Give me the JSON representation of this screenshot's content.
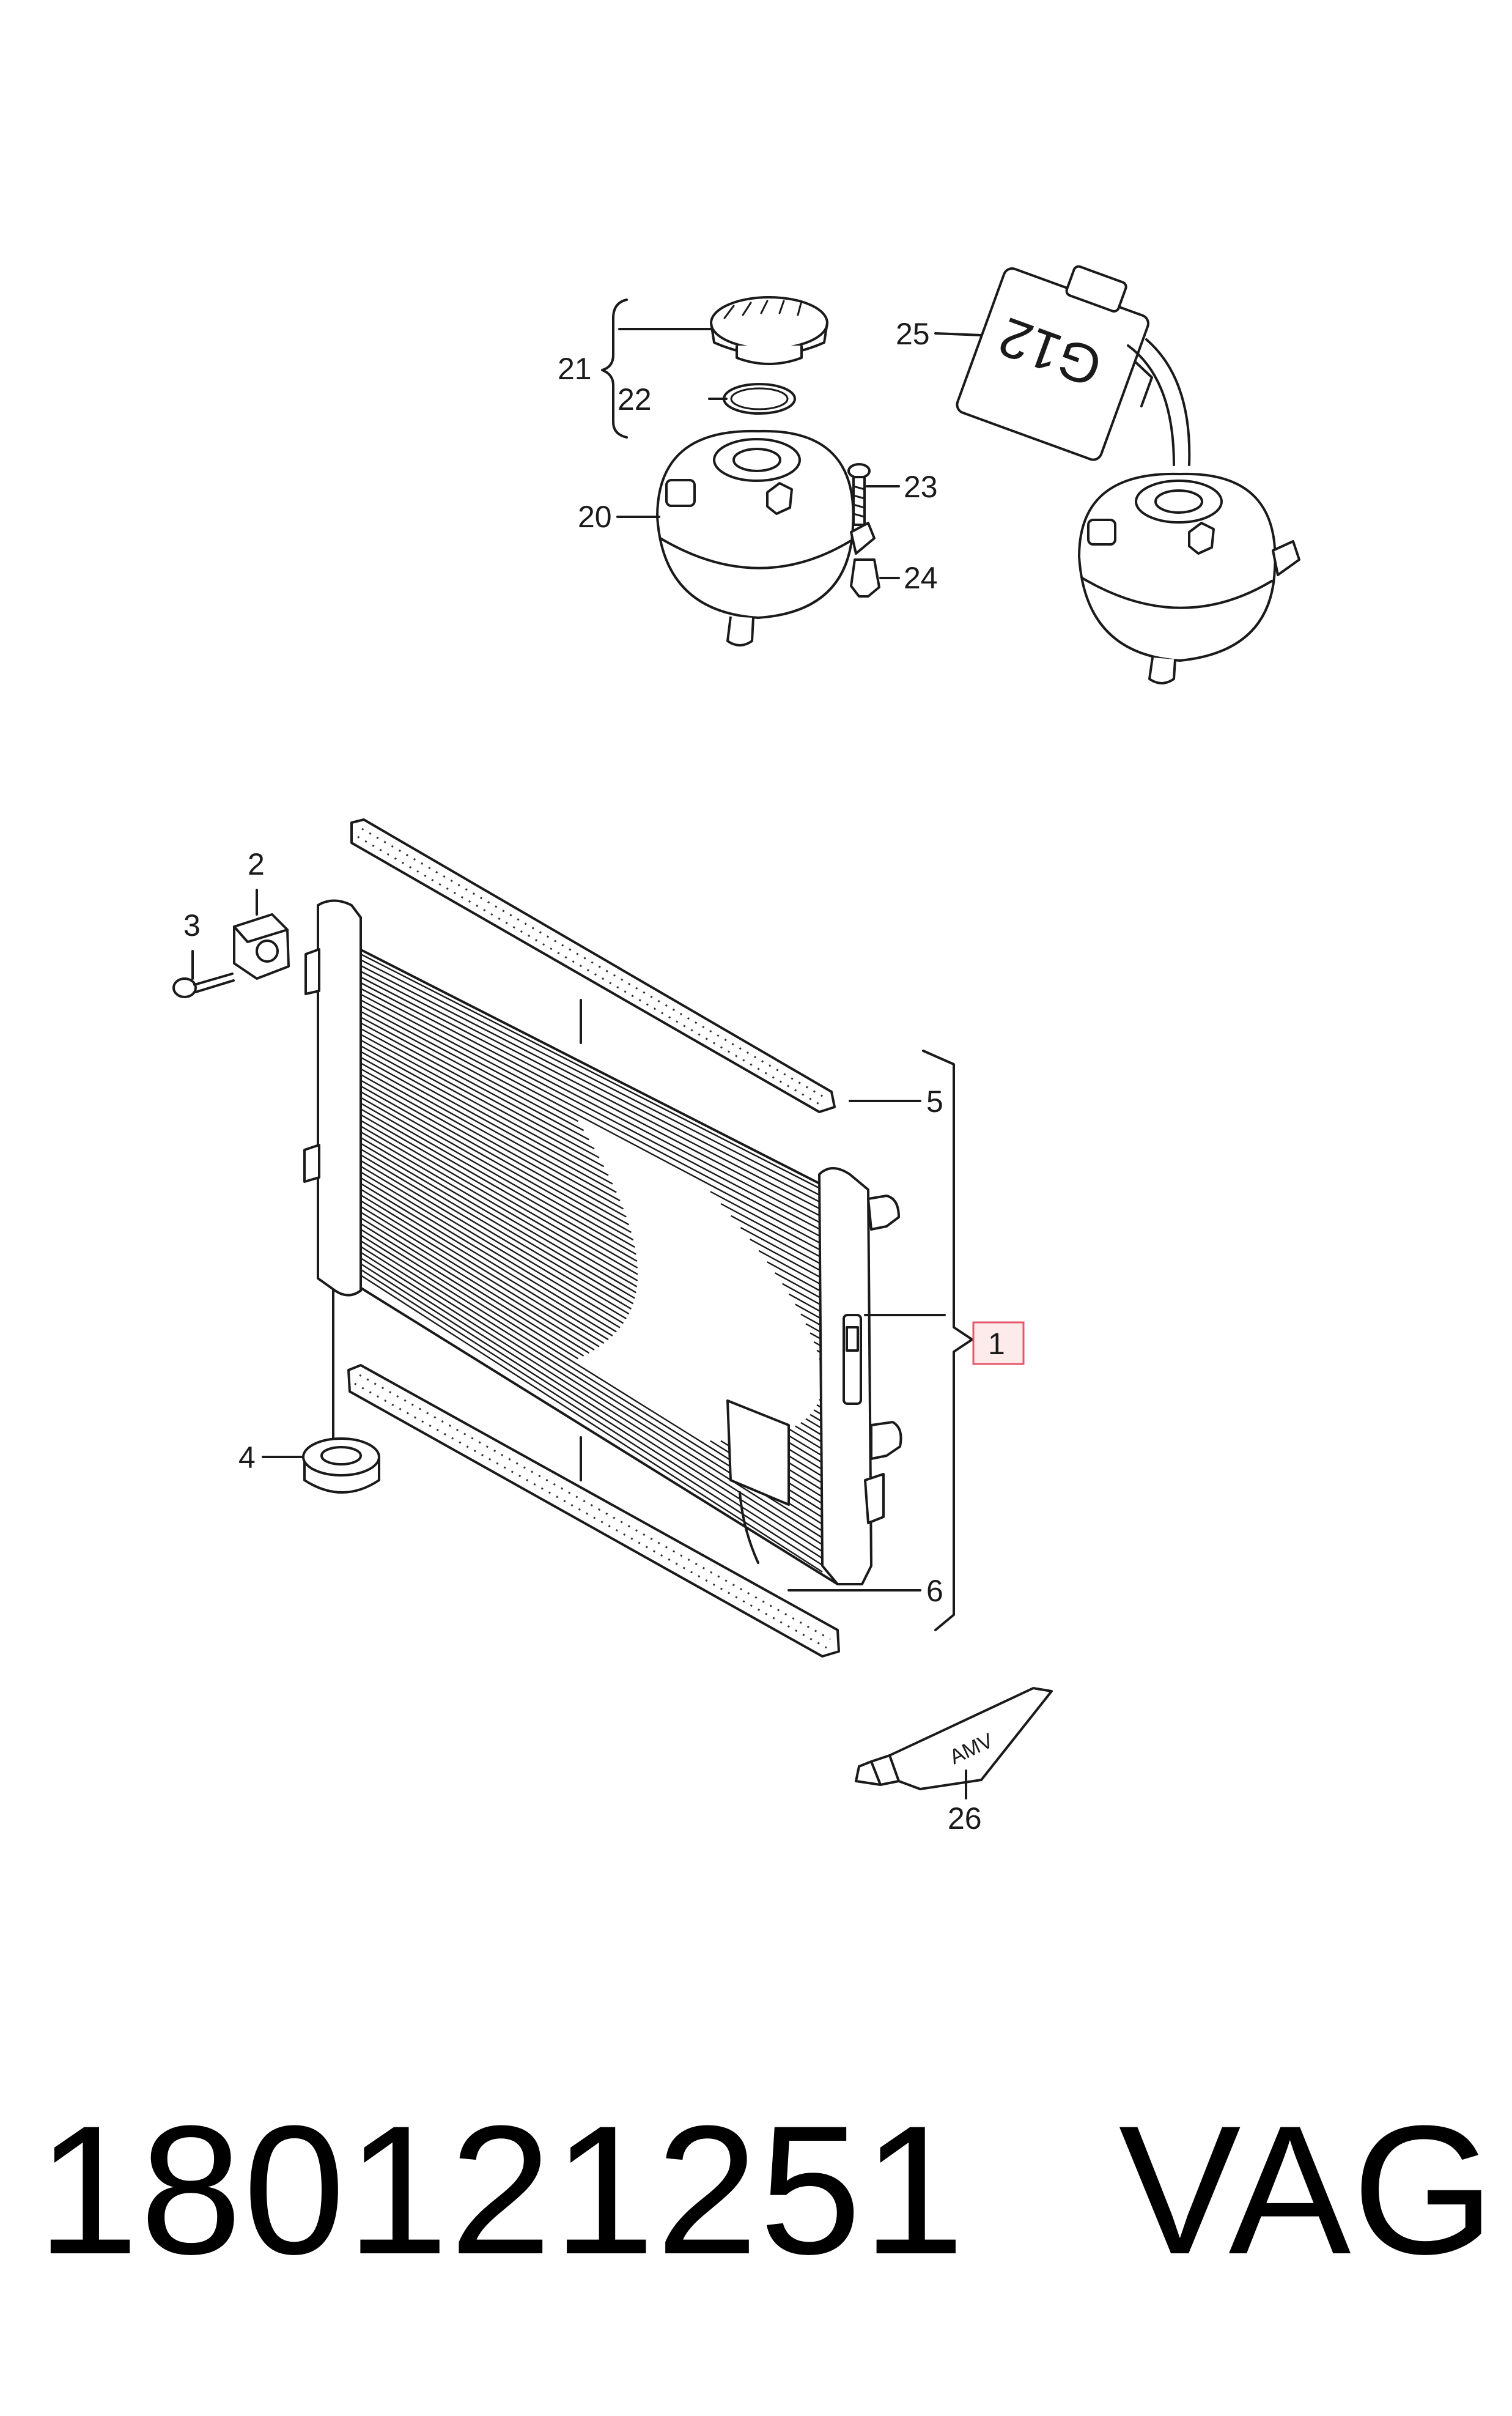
{
  "callouts": {
    "c1": "1",
    "c2": "2",
    "c3": "3",
    "c4": "4",
    "c5": "5",
    "c6": "6",
    "c20": "20",
    "c21": "21",
    "c22": "22",
    "c23": "23",
    "c24": "24",
    "c25": "25",
    "c26": "26"
  },
  "highlight_color": "#e8566a",
  "tube_label": "AMV",
  "bottle_label": "G12",
  "footer": {
    "part_number": "180121251",
    "brand": "VAG"
  }
}
